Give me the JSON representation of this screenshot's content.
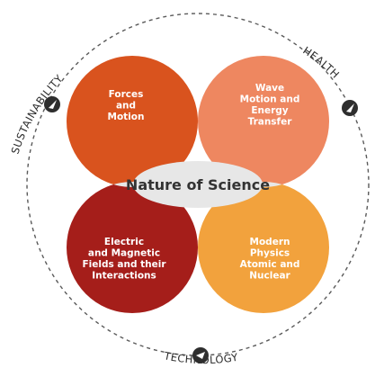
{
  "center": {
    "title": "Nature of Science"
  },
  "petals": [
    {
      "id": "forces",
      "lines": [
        "Forces",
        "and",
        "Motion"
      ],
      "color": "#d9531e"
    },
    {
      "id": "wave",
      "lines": [
        "Wave",
        "Motion and",
        "Energy",
        "Transfer"
      ],
      "color": "#ee8760"
    },
    {
      "id": "electric",
      "lines": [
        "Electric",
        "and Magnetic",
        "Fields and their",
        "Interactions"
      ],
      "color": "#a51e1a"
    },
    {
      "id": "modern",
      "lines": [
        "Modern",
        "Physics",
        "Atomic and",
        "Nuclear"
      ],
      "color": "#f2a23d"
    }
  ],
  "overlap_color": "#e7e7e7",
  "orbit": {
    "labels": [
      "SUSTAINABILITY",
      "HEALTH",
      "TECHNOLOGY"
    ],
    "icon_names": [
      "compass-icon",
      "compass-icon",
      "compass-icon"
    ]
  }
}
